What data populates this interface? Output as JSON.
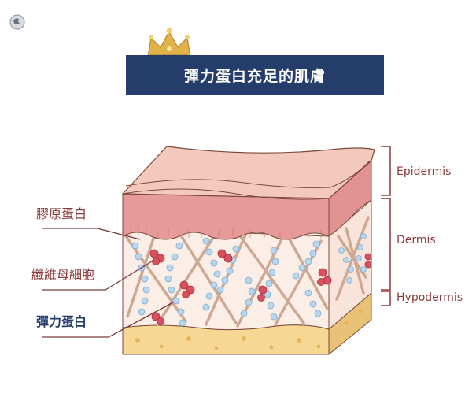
{
  "title": "彈力蛋白充足的肌膚",
  "labels_left": {
    "collagen": "膠原蛋白",
    "fibroblast": "纖維母細胞",
    "elastin": "彈力蛋白"
  },
  "labels_right": {
    "epidermis": "Epidermis",
    "dermis": "Dermis",
    "hypodermis": "Hypodermis"
  },
  "colors": {
    "banner": "#253d6b",
    "accent_red": "#8b3a3a",
    "epidermis_top": "#f4c9bd",
    "epidermis_band": "#e79a9a",
    "dermis": "#fbeee6",
    "hypodermis": "#f6d894",
    "fiber_blue": "#9ec6e4",
    "fiber_collagen": "#cfa894",
    "cell_red": "#d8505e"
  },
  "icons": {
    "logo": "logo-globe-icon",
    "crown": "crown-icon"
  }
}
